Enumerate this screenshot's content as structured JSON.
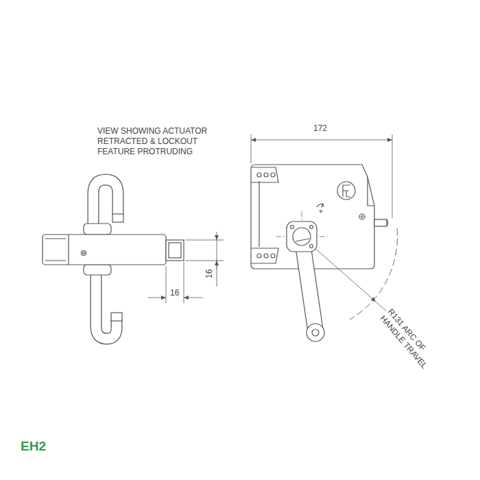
{
  "diagram": {
    "caption": "EH2",
    "labels": [
      "VIEW SHOWING ACTUATOR RETRACTED & LOCKOUT FEATURE PROTRUDING",
      "172",
      "16",
      "16",
      "R131 ARC OF HANDLE TRAVEL"
    ]
  }
}
